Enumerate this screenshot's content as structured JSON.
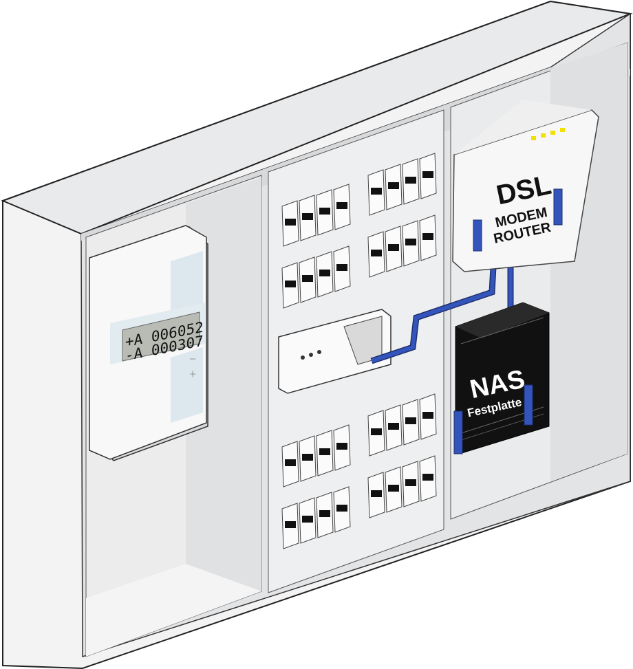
{
  "meter": {
    "line1": "+A 006052",
    "line2": "-A 000307",
    "minus_sign": "−",
    "plus_sign": "+"
  },
  "router": {
    "title": "DSL",
    "line1": "MODEM",
    "line2": "ROUTER"
  },
  "nas": {
    "title": "NAS",
    "subtitle": "Festplatte"
  },
  "colors": {
    "cable": "#3355bb",
    "cabinet": "#eeeff0",
    "nas_body": "#111111",
    "led": "#f2e000"
  }
}
